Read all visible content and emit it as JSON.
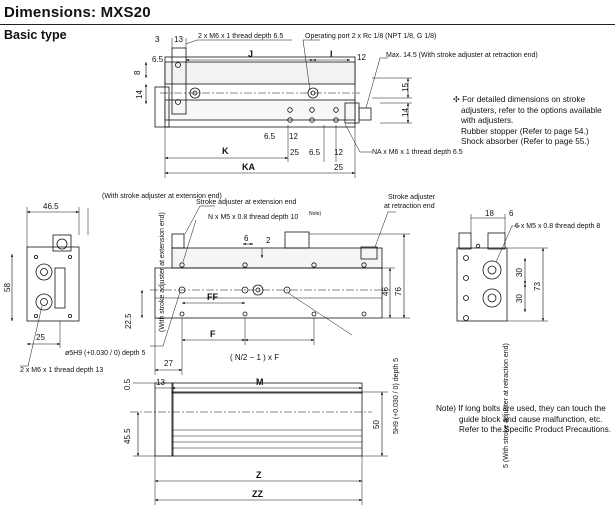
{
  "header": {
    "title": "Dimensions: MXS20",
    "subtitle": "Basic type"
  },
  "top_view": {
    "dims": {
      "d3": "3",
      "d13": "13",
      "d6_5": "6.5",
      "d8": "8",
      "d14a": "14",
      "J": "J",
      "I": "I",
      "d12a": "12",
      "d15": "15",
      "d14b": "14",
      "d6_5b": "6.5",
      "d12b": "12",
      "d25a": "25",
      "d6_5c": "6.5",
      "d12c": "12",
      "K": "K",
      "KA": "KA",
      "d25b": "25"
    },
    "labels": {
      "thread": "2 x M6 x 1 thread depth 6.5",
      "port": "Operating port 2 x Rc 1/8 (NPT 1/8, G 1/8)",
      "max": "Max. 14.5 (With stroke adjuster at retraction end)",
      "na": "NA x M6 x 1 thread depth 6.5"
    }
  },
  "front_view": {
    "dims": {
      "d2": "2",
      "d6": "6",
      "d46": "46",
      "d76": "76",
      "d22_5": "22.5",
      "d27": "27",
      "F": "F",
      "FF": "FF",
      "NF": "( N/2 − 1 ) x F"
    },
    "labels": {
      "ext_adj": "Stroke adjuster at extension end",
      "ret_adj": "Stroke adjuster at retraction end",
      "n_thread": "N x M5 x 0.8 thread depth 10",
      "note_sup": "Note)",
      "phi5h9": "ø5H9 (+0.030 / 0) depth 5",
      "v_ext": "(With stroke adjuster at extension end)",
      "v_ret": "5 (With stroke adjuster at retraction end)",
      "slot": "5H9 (+0.030 / 0) depth 5"
    }
  },
  "left_view": {
    "dims": {
      "d46_5": "46.5",
      "d58": "58",
      "d25": "25"
    },
    "labels": {
      "with_adj": "(With stroke adjuster at extension end)",
      "thread13": "2 x M6 x 1 thread depth 13"
    }
  },
  "right_view": {
    "dims": {
      "d18": "18",
      "d6": "6",
      "d30a": "30",
      "d30b": "30",
      "d73": "73"
    },
    "labels": {
      "thread8": "6 x M5 x 0.8 thread depth 8"
    }
  },
  "bottom_view": {
    "dims": {
      "d0_5": "0.5",
      "d45_5": "45.5",
      "d13": "13",
      "M": "M",
      "d50": "50",
      "Z": "Z",
      "ZZ": "ZZ"
    }
  },
  "notes": {
    "detail_lines": [
      "✣ For detailed dimensions on stroke",
      "adjusters, refer to the options available",
      "with adjusters.",
      "Rubber stopper (Refer to page 54.)",
      "Shock absorber (Refer to page 55.)"
    ],
    "bolt_lines": [
      "Note) If long bolts are used, they can touch the",
      "guide block and cause malfunction, etc.",
      "Refer to the Specific Product Precautions."
    ]
  }
}
